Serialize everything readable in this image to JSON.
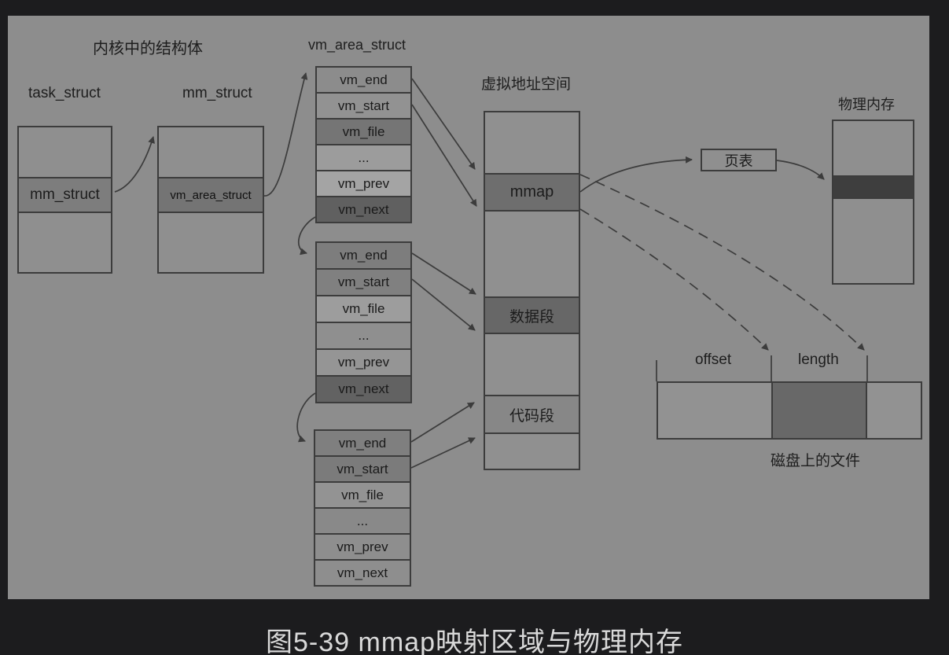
{
  "caption": "图5-39 mmap映射区域与物理内存",
  "labels": {
    "kernel_structs": "内核中的结构体",
    "task_struct": "task_struct",
    "mm_struct": "mm_struct",
    "vm_area_struct": "vm_area_struct",
    "virtual_address_space": "虚拟地址空间",
    "page_table": "页表",
    "physical_memory": "物理内存",
    "offset": "offset",
    "length": "length",
    "disk_file": "磁盘上的文件"
  },
  "task_struct_box": {
    "middle_row": "mm_struct"
  },
  "mm_struct_box": {
    "middle_row": "vm_area_struct"
  },
  "vma_blocks": [
    {
      "rows": [
        "vm_end",
        "vm_start",
        "vm_file",
        "...",
        "vm_prev",
        "vm_next"
      ]
    },
    {
      "rows": [
        "vm_end",
        "vm_start",
        "vm_file",
        "...",
        "vm_prev",
        "vm_next"
      ]
    },
    {
      "rows": [
        "vm_end",
        "vm_start",
        "vm_file",
        "...",
        "vm_prev",
        "vm_next"
      ]
    }
  ],
  "va_segments": {
    "mmap": "mmap",
    "data": "数据段",
    "code": "代码段"
  },
  "colors": {
    "frame": "#1c1c1e",
    "board_background": "#8d8d8d",
    "line": "#3c3c3c",
    "mmap_segment": "#6e6e6e",
    "data_segment": "#676767",
    "code_segment": "#878787",
    "phys_mapped_band": "#3e3e3e",
    "disk_mapped_region": "#686868",
    "caption_text": "#d9d9d9"
  }
}
